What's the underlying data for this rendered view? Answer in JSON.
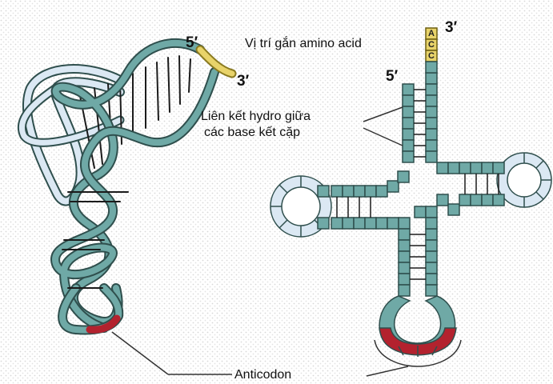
{
  "labels": {
    "prime5_3d": "5′",
    "prime3_3d": "3′",
    "prime3_2d": "3′",
    "prime5_2d": "5′",
    "amino_site": "Vị trí gắn amino acid",
    "hbond_line1": "Liên kết hydro giữa",
    "hbond_line2": "các base kết cặp",
    "anticodon": "Anticodon"
  },
  "acceptor_bases": [
    "A",
    "C",
    "C"
  ],
  "colors": {
    "background": "#ffffff",
    "strand_teal": "#6fa9a6",
    "strand_outline": "#2f4f4d",
    "loop_light_blue": "#dbe8f3",
    "anticodon_red": "#b3222e",
    "acceptor_yellow": "#e8d36a",
    "leader_line": "#333333"
  }
}
